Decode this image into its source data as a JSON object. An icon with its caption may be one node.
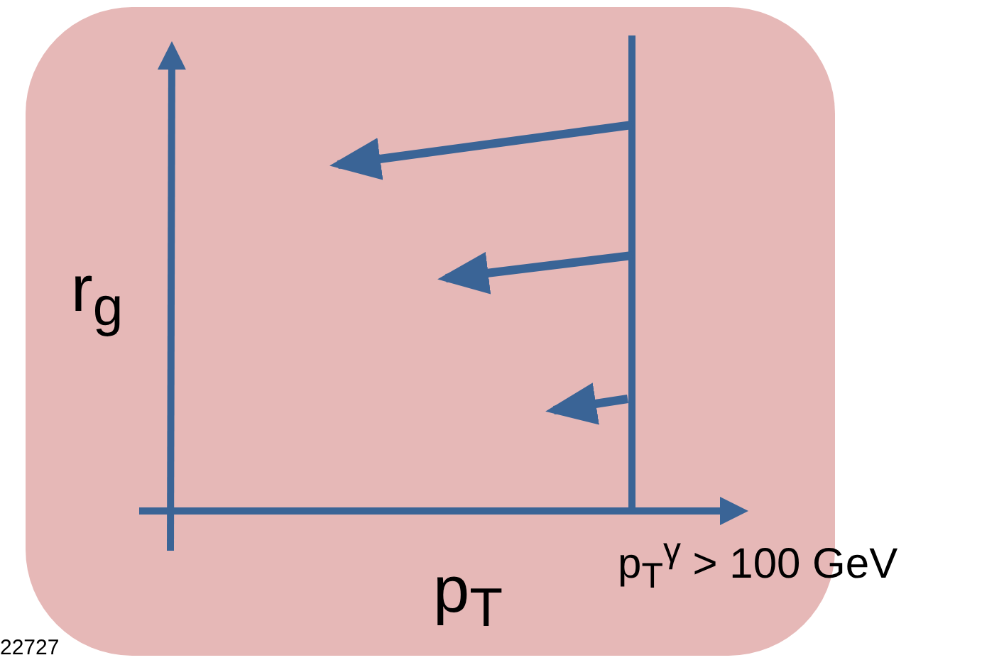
{
  "diagram": {
    "labels": [
      "r$_{g}$",
      "p$_{T}$",
      "p$_{T}$$^{γ}$ > 100 GeV",
      "22727"
    ]
  }
}
